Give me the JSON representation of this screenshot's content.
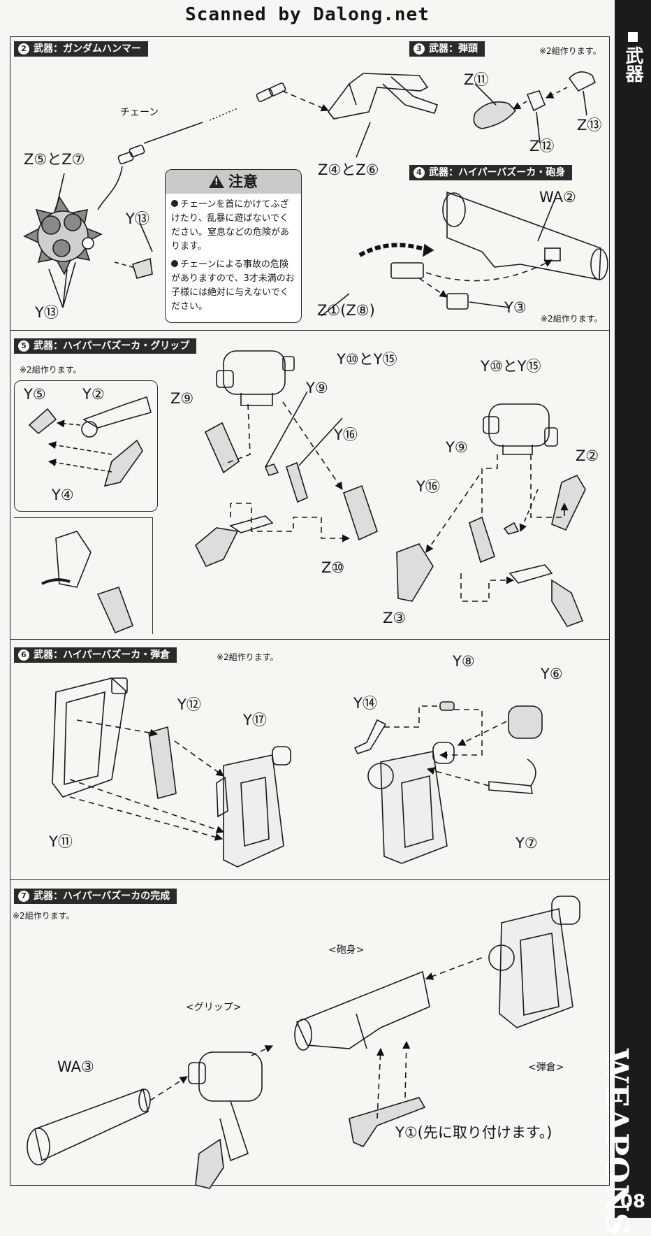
{
  "watermark": "Scanned by Dalong.net",
  "sidebar": {
    "category": "武器",
    "section_en": "WEAPONS",
    "page": "08"
  },
  "note_two_sets": "※2組作ります。",
  "sections": {
    "s2": {
      "num": "2",
      "title": "武器：ガンダムハンマー"
    },
    "s3": {
      "num": "3",
      "title": "武器：弾頭"
    },
    "s4": {
      "num": "4",
      "title": "武器：ハイパーバズーカ・砲身"
    },
    "s5": {
      "num": "5",
      "title": "武器：ハイパーバズーカ・グリップ"
    },
    "s6": {
      "num": "6",
      "title": "武器：ハイパーバズーカ・弾倉"
    },
    "s7": {
      "num": "7",
      "title": "武器：ハイパーバズーカの完成"
    }
  },
  "caution": {
    "title": "注意",
    "items": [
      "チェーンを首にかけてふざけたり、乱暴に遊ばないでください。窒息などの危険があります。",
      "チェーンによる事故の危険がありますので、3才未満のお子様には絶対に与えないでください。"
    ]
  },
  "labels": {
    "chain": "チェーン",
    "z5z7": "Z⑤とZ⑦",
    "z4z6": "Z④とZ⑥",
    "y13_a": "Y⑬",
    "y13_b": "Y⑬",
    "z11": "Z⑪",
    "z12": "Z⑫",
    "z13": "Z⑬",
    "wa2": "WA②",
    "z1z8": "Z①(Z⑧)",
    "y3": "Y③",
    "y10y15_a": "Y⑩とY⑮",
    "y10y15_b": "Y⑩とY⑮",
    "y5": "Y⑤",
    "y2": "Y②",
    "y4": "Y④",
    "z9": "Z⑨",
    "y9_a": "Y⑨",
    "y16_a": "Y⑯",
    "z10": "Z⑩",
    "y9_b": "Y⑨",
    "y16_b": "Y⑯",
    "z2": "Z②",
    "z3": "Z③",
    "y12": "Y⑫",
    "y17": "Y⑰",
    "y11": "Y⑪",
    "y8": "Y⑧",
    "y6": "Y⑥",
    "y14": "Y⑭",
    "y7": "Y⑦",
    "barrel": "<砲身>",
    "grip": "<グリップ>",
    "magazine": "<弾倉>",
    "wa3": "WA③",
    "y1_first": "Y①(先に取り付けます。)"
  }
}
